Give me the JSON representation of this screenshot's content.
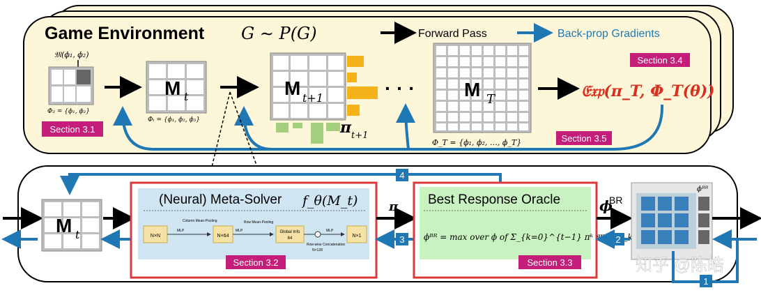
{
  "top_panel": {
    "title": "Game Environment",
    "title_math": "G ∼ P(G)",
    "legend": {
      "forward": "Forward Pass",
      "backprop": "Back-prop Gradients",
      "forward_color": "#000000",
      "backprop_color": "#1f78b4"
    },
    "section_31": "Section 3.1",
    "section_34": "Section 3.4",
    "section_35": "Section 3.5",
    "m_phi": "𝔐(ϕ₁, ϕ₂)",
    "phi2_set": "Φ₂ = {ϕ₁, ϕ₂}",
    "mt_label": "M",
    "mt_sub": "t",
    "phit_set": "Φₜ = {ϕ₁, ϕ₂, ϕ₃}",
    "mt1_label": "M",
    "mt1_sub": "t+1",
    "pi_t1": "π",
    "pi_t1_sub": "t+1",
    "ellipsis": "· · ·",
    "mT_label": "M",
    "mT_sub": "T",
    "phiT_set": "Φ_T = {ϕ₁, ϕ₂, …, ϕ_T}",
    "exp_formula": "𝔈𝔵𝔭(π_T, Φ_T(θ))"
  },
  "bottom_panel": {
    "mt_label": "M",
    "mt_sub": "t",
    "meta_solver_title": "(Neural) Meta-Solver",
    "meta_solver_math": "f_θ(M_t)",
    "flow": {
      "input": "N×N",
      "col_pool": "Column Mean-Pooling",
      "mlp1": "MLP",
      "n64": "N×64",
      "row_pool": "Row Mean-Pooling",
      "mlp2": "MLP",
      "global_info": "Global Info",
      "global_dim": "64",
      "concat": "Row-wise Concatenation",
      "concat_dim": "N×128",
      "mlp3": "MLP",
      "output": "N×1"
    },
    "section_32": "Section 3.2",
    "pi_label": "π",
    "oracle_title": "Best Response Oracle",
    "oracle_formula": "ϕᴮᴿ = max over ϕ of Σ_{k=0}^{t−1} πᵏ 𝔐(ϕ, ϕ_k)",
    "section_33": "Section 3.3",
    "phi_br": "ϕ",
    "phi_br_sup": "BR",
    "phi_br_small": "ϕᴮᴿ",
    "step_1": "1",
    "step_2": "2",
    "step_3": "3",
    "step_4": "4",
    "watermark": "知乎 @陈皓"
  },
  "colors": {
    "env_fill": "#fdf6d8",
    "badge": "#c41e7a",
    "red_box": "#d93a3a",
    "solver_fill": "#cfe5f2",
    "oracle_fill": "#c8f2c0",
    "blue": "#1f78b4",
    "orange_bar": "#f5b21a",
    "green_bar": "#a4cf7e",
    "exp_red": "#d8301f"
  }
}
